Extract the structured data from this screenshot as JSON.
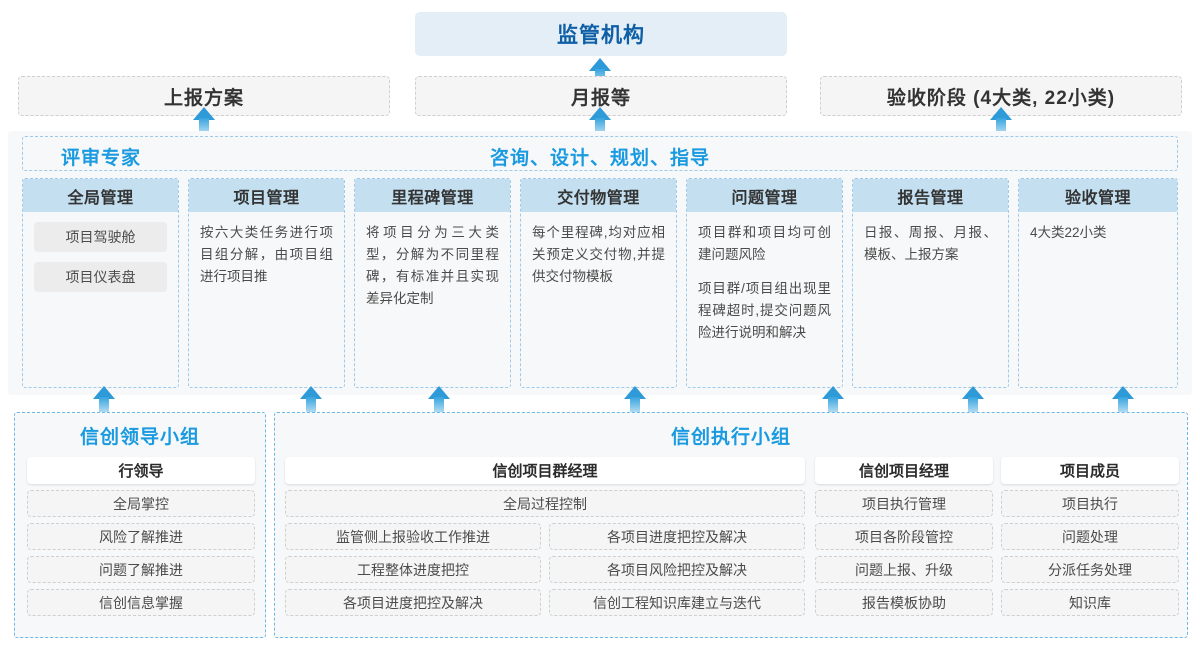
{
  "top": {
    "regulator": "监管机构",
    "reports": [
      "上报方案",
      "月报等",
      "验收阶段 (4大类, 22小类)"
    ]
  },
  "middle": {
    "banner_left": "评审专家",
    "banner_right": "咨询、设计、规划、指导",
    "columns": [
      {
        "header": "全局管理",
        "pills": [
          "项目驾驶舱",
          "项目仪表盘"
        ],
        "paragraphs": []
      },
      {
        "header": "项目管理",
        "pills": [],
        "paragraphs": [
          "按六大类任务进行项目组分解，由项目组进行项目推"
        ]
      },
      {
        "header": "里程碑管理",
        "pills": [],
        "paragraphs": [
          "将项目分为三大类型，分解为不同里程碑，有标准并且实现差异化定制"
        ]
      },
      {
        "header": "交付物管理",
        "pills": [],
        "paragraphs": [
          "每个里程碑,均对应相关预定义交付物,并提供交付物模板"
        ]
      },
      {
        "header": "问题管理",
        "pills": [],
        "paragraphs": [
          "项目群和项目均可创建问题风险",
          "项目群/项目组出现里程碑超时,提交问题风险进行说明和解决"
        ]
      },
      {
        "header": "报告管理",
        "pills": [],
        "paragraphs": [
          "日报、周报、月报、模板、上报方案"
        ]
      },
      {
        "header": "验收管理",
        "pills": [],
        "paragraphs": [
          "4大类22小类"
        ]
      }
    ]
  },
  "bottom": {
    "leading_group": {
      "title": "信创领导小组",
      "role": "行领导",
      "tasks": [
        "全局掌控",
        "风险了解推进",
        "问题了解推进",
        "信创信息掌握"
      ]
    },
    "exec_group": {
      "title": "信创执行小组",
      "program_manager": {
        "role": "信创项目群经理",
        "full_width_task": "全局过程控制",
        "task_rows": [
          [
            "监管侧上报验收工作推进",
            "各项目进度把控及解决"
          ],
          [
            "工程整体进度把控",
            "各项目风险把控及解决"
          ],
          [
            "各项目进度把控及解决",
            "信创工程知识库建立与迭代"
          ]
        ]
      },
      "project_manager": {
        "role": "信创项目经理",
        "tasks": [
          "项目执行管理",
          "项目各阶段管控",
          "问题上报、升级",
          "报告模板协助"
        ]
      },
      "project_member": {
        "role": "项目成员",
        "tasks": [
          "项目执行",
          "问题处理",
          "分派任务处理",
          "知识库"
        ]
      }
    }
  },
  "colors": {
    "accent_blue": "#1a9ae0",
    "title_blue": "#0f5fa6",
    "header_fill": "#c3dff0",
    "regulator_fill": "#e3eef6"
  }
}
